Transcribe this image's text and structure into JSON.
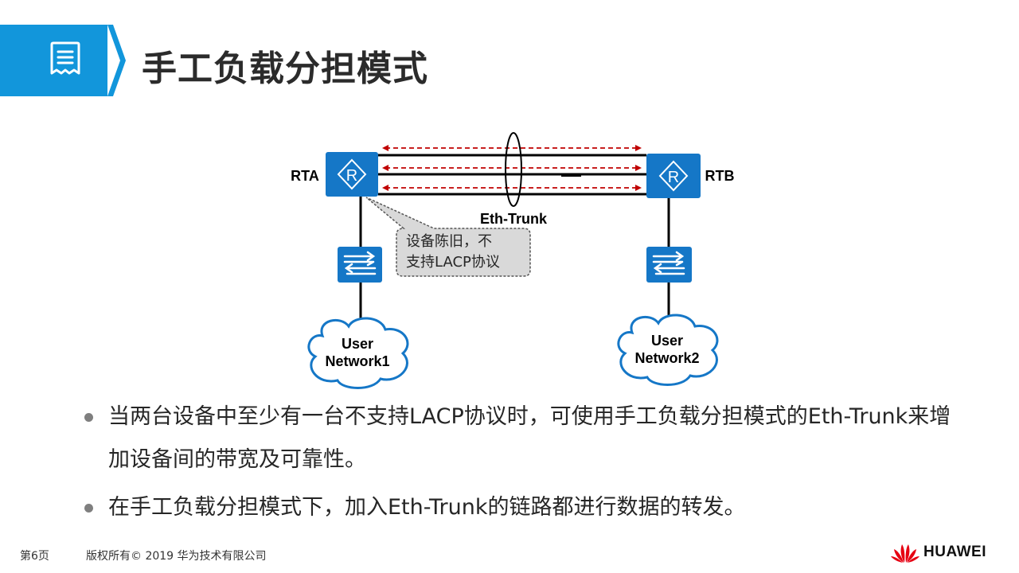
{
  "header": {
    "title": "手工负载分担模式",
    "icon": "document-list-icon",
    "accent_color": "#1296db"
  },
  "diagram": {
    "router_left": "RTA",
    "router_right": "RTB",
    "trunk_label": "Eth-Trunk",
    "callout_line1": "设备陈旧，不",
    "callout_line2": "支持LACP协议",
    "network_left_line1": "User",
    "network_left_line2": "Network1",
    "network_right_line1": "User",
    "network_right_line2": "Network2",
    "router_letter": "R",
    "link_color": "#c00000",
    "device_color": "#1577c7"
  },
  "bullets": [
    "当两台设备中至少有一台不支持LACP协议时，可使用手工负载分担模式的Eth-Trunk来增加设备间的带宽及可靠性。",
    "在手工负载分担模式下，加入Eth-Trunk的链路都进行数据的转发。"
  ],
  "footer": {
    "page": "第6页",
    "copyright": "版权所有© 2019 华为技术有限公司",
    "brand": "HUAWEI"
  }
}
